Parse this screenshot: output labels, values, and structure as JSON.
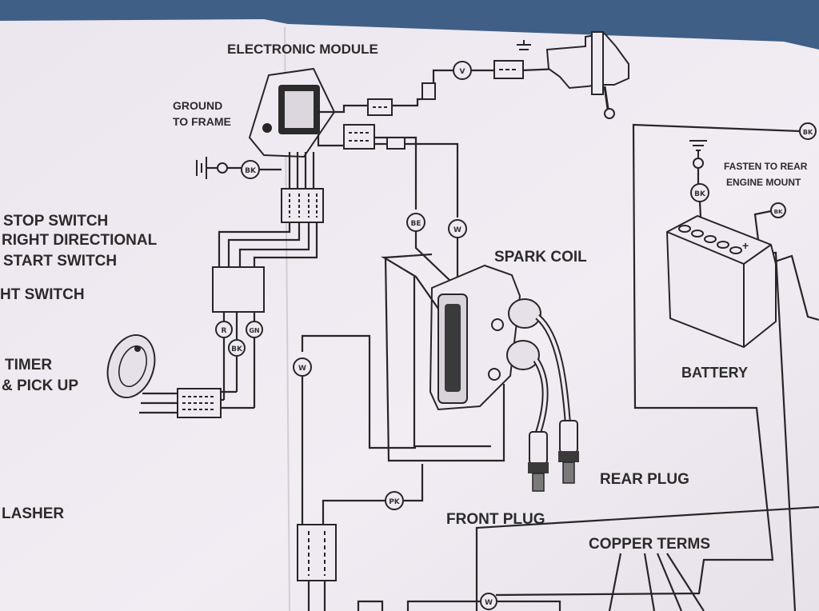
{
  "diagram": {
    "labels": {
      "electronic_module": "ELECTRONIC MODULE",
      "ground_to_frame_1": "GROUND",
      "ground_to_frame_2": "TO FRAME",
      "stop_switch": "STOP SWITCH",
      "right_directional": "RIGHT DIRECTIONAL",
      "start_switch": "START SWITCH",
      "light_switch": "HT SWITCH",
      "timer": "TIMER",
      "pick_up": "& PICK UP",
      "flasher": "LASHER",
      "spark_coil": "SPARK COIL",
      "rear_plug": "REAR PLUG",
      "front_plug": "FRONT PLUG",
      "copper_terms": "COPPER TERMS",
      "fasten_1": "FASTEN TO REAR",
      "fasten_2": "ENGINE MOUNT",
      "battery": "BATTERY",
      "battery_plus": "+"
    },
    "wire_tags": {
      "bk": "BK",
      "be": "BE",
      "w": "W",
      "v": "V",
      "r": "R",
      "gn": "GN",
      "pk": "PK"
    }
  },
  "colors": {
    "paper": "#efeaf1",
    "ink": "#262626",
    "background": "#3f5f86"
  }
}
